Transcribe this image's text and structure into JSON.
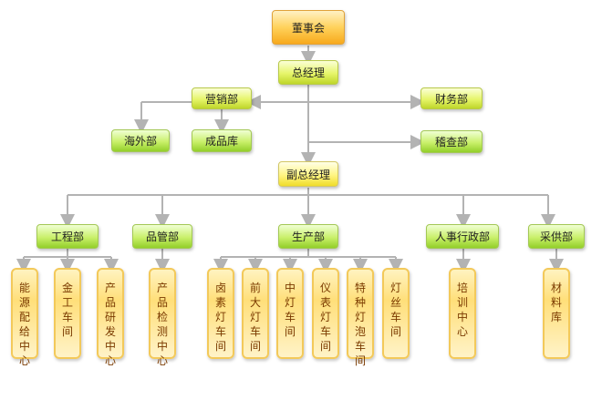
{
  "org_chart": {
    "board": "董事会",
    "gm": "总经理",
    "marketing": "营销部",
    "finance": "财务部",
    "overseas": "海外部",
    "finished_goods": "成品库",
    "audit": "稽查部",
    "deputy_gm": "副总经理",
    "engineering": "工程部",
    "quality": "品管部",
    "production": "生产部",
    "hr_admin": "人事行政部",
    "purchasing": "采供部",
    "energy_center": "能源配给中心",
    "metalwork": "金工车间",
    "rnd_center": "产品研发中心",
    "inspection_center": "产品检测中心",
    "halogen_shop": "卤素灯车间",
    "headlight_shop": "前大灯车间",
    "midlight_shop": "中灯车间",
    "instrument_shop": "仪表灯车间",
    "special_bulb_shop": "特种灯泡车间",
    "filament_shop": "灯丝车间",
    "training_center": "培训中心",
    "material_store": "材料库"
  },
  "colors": {
    "connector": "#b3b3b3",
    "board_fill": "#ffd25c",
    "department_fill": "#e6f56a",
    "workshop_border": "#f3c95a",
    "workshop_text": "#7a3a00"
  }
}
